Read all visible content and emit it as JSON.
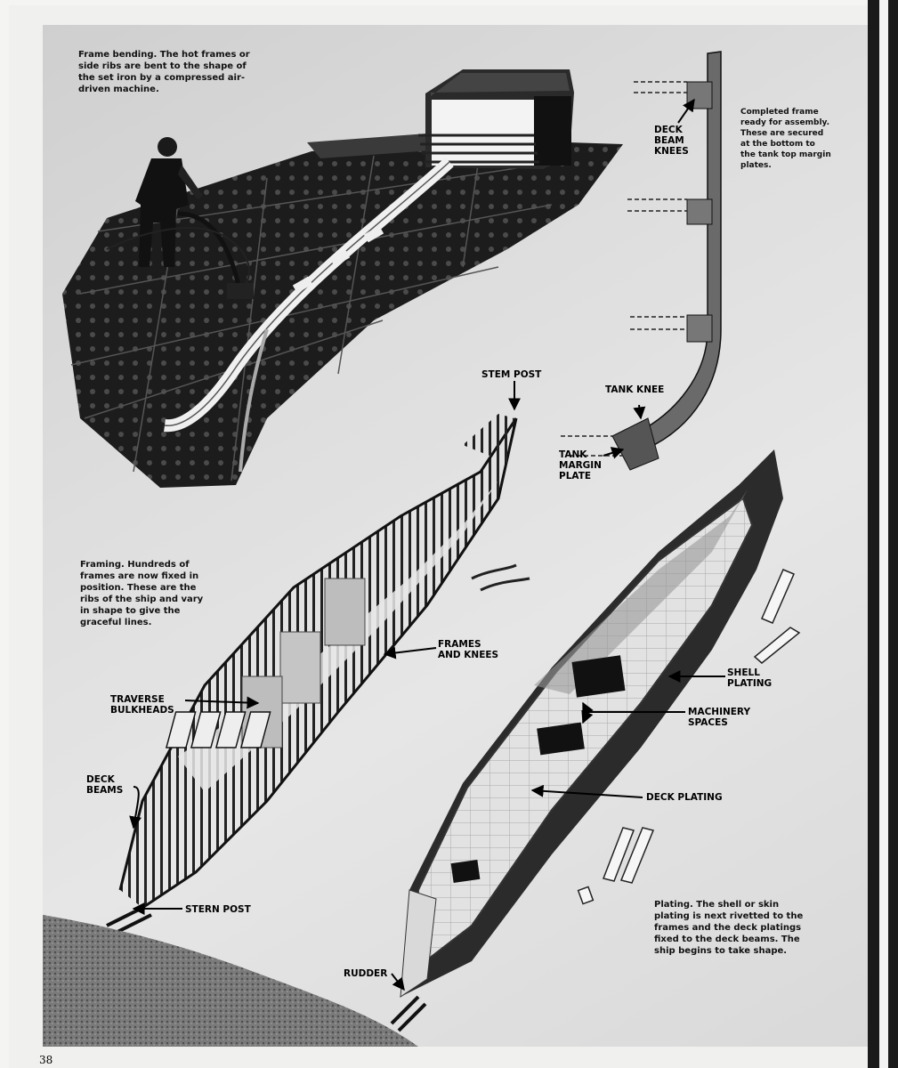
{
  "captions": {
    "frame_bending": "Frame bending. The hot frames or side ribs are bent to the shape of the set iron by a compressed air-driven machine.",
    "completed_frame": "Completed frame ready for assembly. These are secured at the bottom to the tank top margin plates.",
    "framing": "Framing. Hundreds of frames are now fixed in position. These are the ribs of the ship and vary in shape to give the graceful lines.",
    "plating": "Plating. The shell or skin plating is next rivetted to the frames and the deck platings fixed to the deck beams. The ship begins to take shape."
  },
  "labels": {
    "deck_beam_knees": "DECK\nBEAM\nKNEES",
    "tank_knee": "TANK KNEE",
    "tank_margin_plate": "TANK\nMARGIN\nPLATE",
    "stem_post": "STEM POST",
    "frames_and_knees": "FRAMES\nAND KNEES",
    "traverse_bulkheads": "TRAVERSE\nBULKHEADS",
    "deck_beams": "DECK\nBEAMS",
    "stern_post": "STERN POST",
    "shell_plating": "SHELL\nPLATING",
    "machinery_spaces": "MACHINERY\nSPACES",
    "deck_plating": "DECK PLATING",
    "rudder": "RUDDER"
  },
  "page_number": "38"
}
